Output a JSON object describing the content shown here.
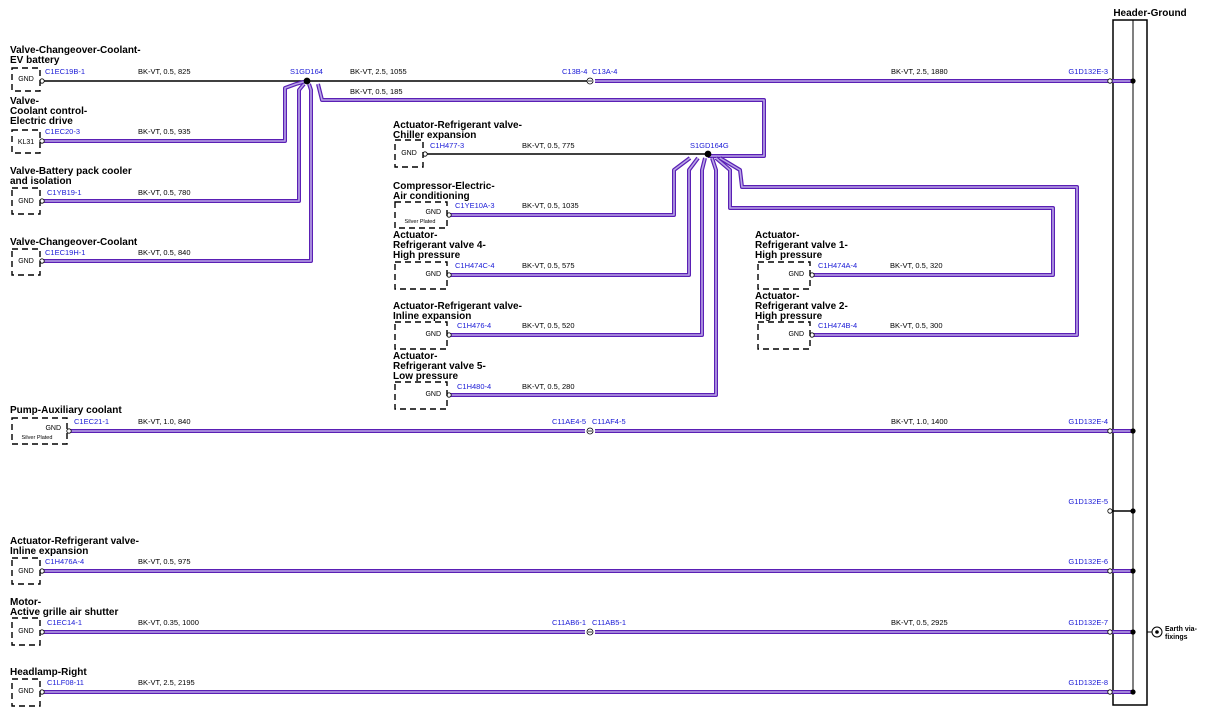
{
  "header": {
    "title": "Header-Ground"
  },
  "splices": {
    "s1": "S1GD164",
    "s2": "S1GD164G"
  },
  "earth": {
    "label_line1": "Earth via-",
    "label_line2": "fixings"
  },
  "components": [
    {
      "t1": "Valve-Changeover-Coolant-",
      "t2": "EV battery",
      "box": "GND",
      "box2": "",
      "pin": "C1EC19B-1",
      "wire": "BK-VT, 0.5, 825"
    },
    {
      "t1": "Valve-",
      "t2": "Coolant control-",
      "t3": "Electric drive",
      "box": "KL31",
      "box2": "",
      "pin": "C1EC20-3",
      "wire": "BK-VT, 0.5, 935"
    },
    {
      "t1": "Valve-Battery pack cooler",
      "t2": "and isolation",
      "box": "GND",
      "box2": "",
      "pin": "C1YB19-1",
      "wire": "BK-VT, 0.5, 780"
    },
    {
      "t1": "Valve-Changeover-Coolant",
      "box": "GND",
      "box2": "",
      "pin": "C1EC19H-1",
      "wire": "BK-VT, 0.5, 840"
    },
    {
      "t1": "Actuator-Refrigerant valve-",
      "t2": "Chiller expansion",
      "box": "GND",
      "box2": "",
      "pin": "C1H477-3",
      "wire": "BK-VT, 0.5, 775"
    },
    {
      "t1": "Compressor-Electric-",
      "t2": "Air conditioning",
      "box": "GND",
      "box2": "Silver Plated",
      "pin": "C1YE10A-3",
      "wire": "BK-VT, 0.5, 1035"
    },
    {
      "t1": "Actuator-",
      "t2": "Refrigerant valve 4-",
      "t3": "High pressure",
      "box": "GND",
      "box2": "",
      "pin": "C1H474C-4",
      "wire": "BK-VT, 0.5, 575"
    },
    {
      "t1": "Actuator-Refrigerant valve-",
      "t2": "Inline expansion",
      "box": "GND",
      "box2": "",
      "pin": "C1H476-4",
      "wire": "BK-VT, 0.5, 520"
    },
    {
      "t1": "Actuator-",
      "t2": "Refrigerant valve 5-",
      "t3": "Low pressure",
      "box": "GND",
      "box2": "",
      "pin": "C1H480-4",
      "wire": "BK-VT, 0.5, 280"
    },
    {
      "t1": "Actuator-",
      "t2": "Refrigerant valve 1-",
      "t3": "High pressure",
      "box": "GND",
      "box2": "",
      "pin": "C1H474A-4",
      "wire": "BK-VT, 0.5, 320"
    },
    {
      "t1": "Actuator-",
      "t2": "Refrigerant valve 2-",
      "t3": "High pressure",
      "box": "GND",
      "box2": "",
      "pin": "C1H474B-4",
      "wire": "BK-VT, 0.5, 300"
    },
    {
      "t1": "Pump-Auxiliary coolant",
      "box": "GND",
      "box2": "Silver Plated",
      "pin": "C1EC21-1",
      "wire": "BK-VT, 1.0, 840"
    },
    {
      "t1": "Actuator-Refrigerant valve-",
      "t2": "Inline expansion",
      "box": "GND",
      "box2": "",
      "pin": "C1H476A-4",
      "wire": "BK-VT, 0.5, 975"
    },
    {
      "t1": "Motor-",
      "t2": "Active grille air shutter",
      "box": "GND",
      "box2": "",
      "pin": "C1EC14-1",
      "wire": "BK-VT, 0.35, 1000"
    },
    {
      "t1": "Headlamp-Right",
      "box": "GND",
      "box2": "",
      "pin": "C1LF08-11",
      "wire": "BK-VT, 2.5, 2195"
    }
  ],
  "trunks": [
    {
      "wire": "BK-VT, 2.5, 1055"
    },
    {
      "wire": "BK-VT, 0.5, 185"
    }
  ],
  "connectors": [
    {
      "left": "C13B-4",
      "right": "C13A-4",
      "wire": "BK-VT, 2.5, 1880",
      "hdr": "G1D132E-3"
    },
    {
      "left": "C11AE4-5",
      "right": "C11AF4-5",
      "wire": "BK-VT, 1.0, 1400",
      "hdr": "G1D132E-4"
    },
    {
      "left": "C11AB6-1",
      "right": "C11AB5-1",
      "wire": "BK-VT, 0.5, 2925",
      "hdr": "G1D132E-7"
    }
  ],
  "header_pins": [
    "G1D132E-5",
    "G1D132E-6",
    "G1D132E-8"
  ],
  "colors": {
    "wire_outer": "#5a1fb5",
    "wire_inner": "#b9a6e6",
    "pin_text": "#1a1ad6"
  }
}
